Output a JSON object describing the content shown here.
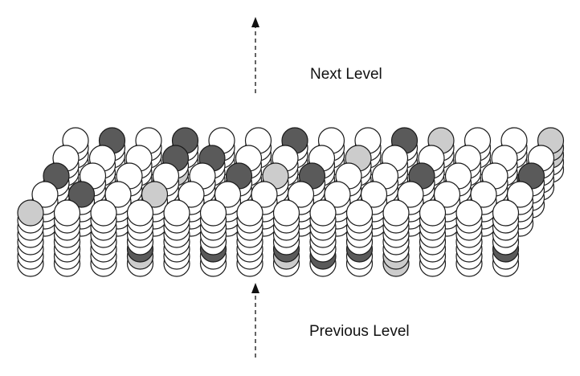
{
  "labels": {
    "next": "Next Level",
    "previous": "Previous Level"
  },
  "colors": {
    "white": "#ffffff",
    "light": "#cccccc",
    "dark": "#5a5a5a",
    "stroke": "#1a1a1a",
    "arrow": "#222222"
  },
  "layers": [
    {
      "shift": 4,
      "rows": [
        "WWLWWWWWWWWWDW",
        "WWWWWWWWWWWWWW",
        "WWDWWWWWWWWWWW",
        "WWWWWWWWWWWWWW",
        "WWWWWWWWWWWWWW"
      ]
    },
    {
      "shift": 3,
      "rows": [
        "WWWWWWWWWWWWWW",
        "WWWWWWWWWWWWWW",
        "WWWWWWWWWWWWWW",
        "WWWWWWWWWWWWWW",
        "WWWWWWWWWWWWWW"
      ]
    },
    {
      "shift": 2,
      "rows": [
        "WWWWWWWWWWWWWL",
        "WWWLWWWWWWWWWW",
        "WWWWWWWWWWWWWW",
        "WWWWWWWWWWWWWW",
        "WWWWWWWWWWWWWW"
      ]
    },
    {
      "shift": 1,
      "rows": [
        "WWWWWWWWWWWWWL",
        "WWWWWWWWWWWWWW",
        "WWWWWWWWWWWWWW",
        "WWWWWWWWWWWWWW",
        "WWWWWWWWWWWWWW"
      ]
    },
    {
      "shift": 0,
      "rows": [
        "WDWDWWDWWDLWWL",
        "WWWDDWWWLWWWWW",
        "DWWWWDLDWWDWWD",
        "WDWLWWWWWWWWWW",
        "LWWWWWWWWWWWWW"
      ]
    }
  ],
  "below_first_row": [
    "WWWDWDWDWDWWWD",
    "WWWLWWWLDWLWWW",
    "WWWWWWWWWWLWWW"
  ]
}
